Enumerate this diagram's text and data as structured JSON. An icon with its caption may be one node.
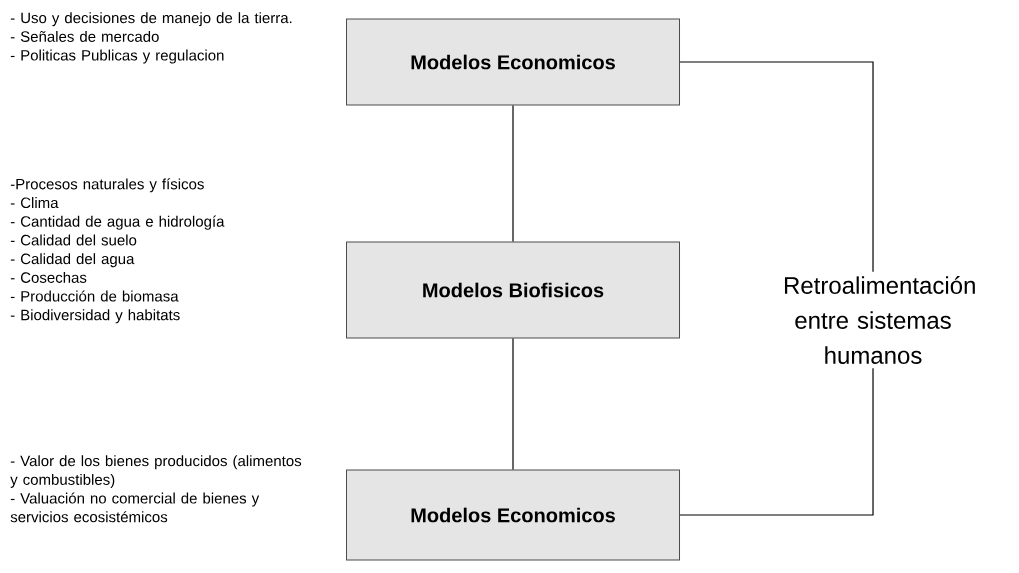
{
  "diagram": {
    "nodes": [
      {
        "text": [
          "Modelos Economicos"
        ],
        "beside": [
          "- Uso y decisiones de manejo de la tierra.",
          "- Señales de mercado",
          "- Politicas Publicas y regulacion"
        ]
      },
      {
        "text": [
          "Modelos Biofisicos"
        ],
        "beside": [
          "-Procesos naturales y físicos",
          "- Clima",
          "- Cantidad de agua e hidrología",
          "- Calidad del suelo",
          "- Calidad del agua",
          "- Cosechas",
          "- Producción de biomasa",
          "- Biodiversidad y habitats"
        ]
      },
      {
        "text": [
          "Modelos Economicos"
        ],
        "beside": [
          "- Valor de los bienes producidos (alimentos y combustibles)",
          "- Valuación no comercial de bienes y servicios ecosistémicos"
        ]
      },
      {
        "text": [
          "Retroalimentación entre sistemas humanos"
        ]
      }
    ],
    "edges": [
      {
        "from": 0,
        "to": 1,
        "arrow": "none"
      },
      {
        "from": 1,
        "to": 2,
        "arrow": "none"
      },
      {
        "from": 0,
        "to": 3,
        "arrow": "none"
      },
      {
        "from": 3,
        "to": 2,
        "arrow": "none"
      }
    ]
  }
}
